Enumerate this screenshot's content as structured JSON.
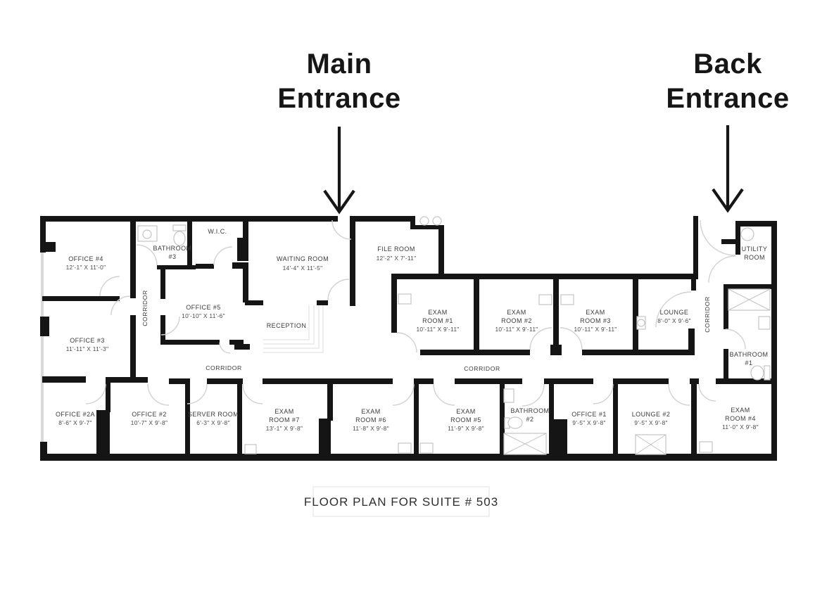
{
  "title": "FLOOR PLAN FOR SUITE # 503",
  "colors": {
    "wall": "#151515",
    "label": "#3a3a3a",
    "fixture": "#c4c4c4",
    "door_arc": "#d2d2d2"
  },
  "annotations": {
    "main_entrance": {
      "line1": "Main",
      "line2": "Entrance"
    },
    "back_entrance": {
      "line1": "Back",
      "line2": "Entrance"
    }
  },
  "corridors": {
    "left_vertical": "CORRIDOR",
    "left_horizontal": "CORRIDOR",
    "middle_horizontal": "CORRIDOR",
    "right_vertical": "CORRIDOR"
  },
  "rooms": {
    "office4": {
      "name": "OFFICE #4",
      "dims": "12'-1\" X 11'-0\""
    },
    "bathroom3": {
      "line1": "BATHROOM",
      "line2": "#3"
    },
    "wic": {
      "name": "W.I.C."
    },
    "waiting": {
      "name": "WAITING ROOM",
      "dims": "14'-4\" X 11'-5\""
    },
    "file": {
      "name": "FILE ROOM",
      "dims": "12'-2\" X 7'-11\""
    },
    "office5": {
      "name": "OFFICE #5",
      "dims": "10'-10\" X 11'-6\""
    },
    "reception": {
      "name": "RECEPTION"
    },
    "office3": {
      "name": "OFFICE #3",
      "dims": "11'-11\" X 11'-3\""
    },
    "exam1": {
      "line1": "EXAM",
      "line2": "ROOM #1",
      "dims": "10'-11\" X 9'-11\""
    },
    "exam2": {
      "line1": "EXAM",
      "line2": "ROOM #2",
      "dims": "10'-11\" X 9'-11\""
    },
    "exam3": {
      "line1": "EXAM",
      "line2": "ROOM #3",
      "dims": "10'-11\" X 9'-11\""
    },
    "lounge": {
      "name": "LOUNGE",
      "dims": "8'-0\" X 9'-6\""
    },
    "utility": {
      "line1": "UTILITY",
      "line2": "ROOM"
    },
    "bathroom1": {
      "line1": "BATHROOM",
      "line2": "#1"
    },
    "office2a": {
      "name": "OFFICE #2A",
      "dims": "8'-6\" X 9'-7\""
    },
    "office2": {
      "name": "OFFICE #2",
      "dims": "10'-7\" X 9'-8\""
    },
    "server": {
      "name": "SERVER ROOM",
      "dims": "6'-3\" X 9'-8\""
    },
    "exam7": {
      "line1": "EXAM",
      "line2": "ROOM #7",
      "dims": "13'-1\" X 9'-8\""
    },
    "exam6": {
      "line1": "EXAM",
      "line2": "ROOM #6",
      "dims": "11'-8\" X 9'-8\""
    },
    "exam5": {
      "line1": "EXAM",
      "line2": "ROOM #5",
      "dims": "11'-9\" X 9'-8\""
    },
    "bathroom2": {
      "line1": "BATHROOM",
      "line2": "#2"
    },
    "office1": {
      "name": "OFFICE #1",
      "dims": "9'-5\" X 9'-8\""
    },
    "lounge2": {
      "name": "LOUNGE #2",
      "dims": "9'-5\" X 9'-8\""
    },
    "exam4": {
      "line1": "EXAM",
      "line2": "ROOM #4",
      "dims": "11'-0\" X 9'-8\""
    }
  }
}
